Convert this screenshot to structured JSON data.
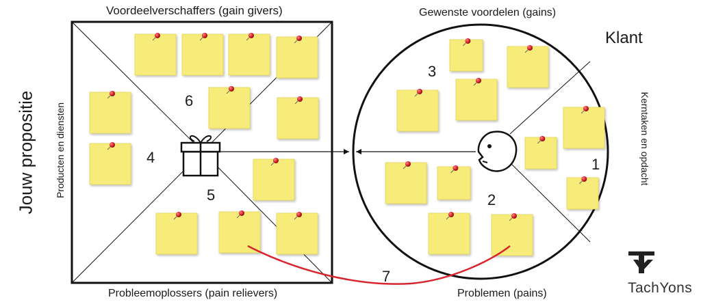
{
  "labels": {
    "gain_givers": "Voordeelverschaffers (gain givers)",
    "gains": "Gewenste voordelen (gains)",
    "pain_relievers": "Probleemoplossers (pain relievers)",
    "pains": "Problemen (pains)",
    "customer": "Klant",
    "proposition": "Jouw propositie",
    "products": "Producten en diensten",
    "jobs": "Kerntaken en opdacht"
  },
  "numbers": {
    "n1": "1",
    "n2": "2",
    "n3": "3",
    "n4": "4",
    "n5": "5",
    "n6": "6",
    "n7": "7"
  },
  "brand": {
    "name": "TachYons",
    "logo_letters": "TY"
  },
  "colors": {
    "note": "#f7ec7a",
    "note_border": "#e4d65a",
    "pin": "#d8242c",
    "line": "#111111",
    "connector": "#d8242c"
  },
  "icons": {
    "product": "gift-icon",
    "customer": "face-icon",
    "pin": "push-pin-icon"
  }
}
